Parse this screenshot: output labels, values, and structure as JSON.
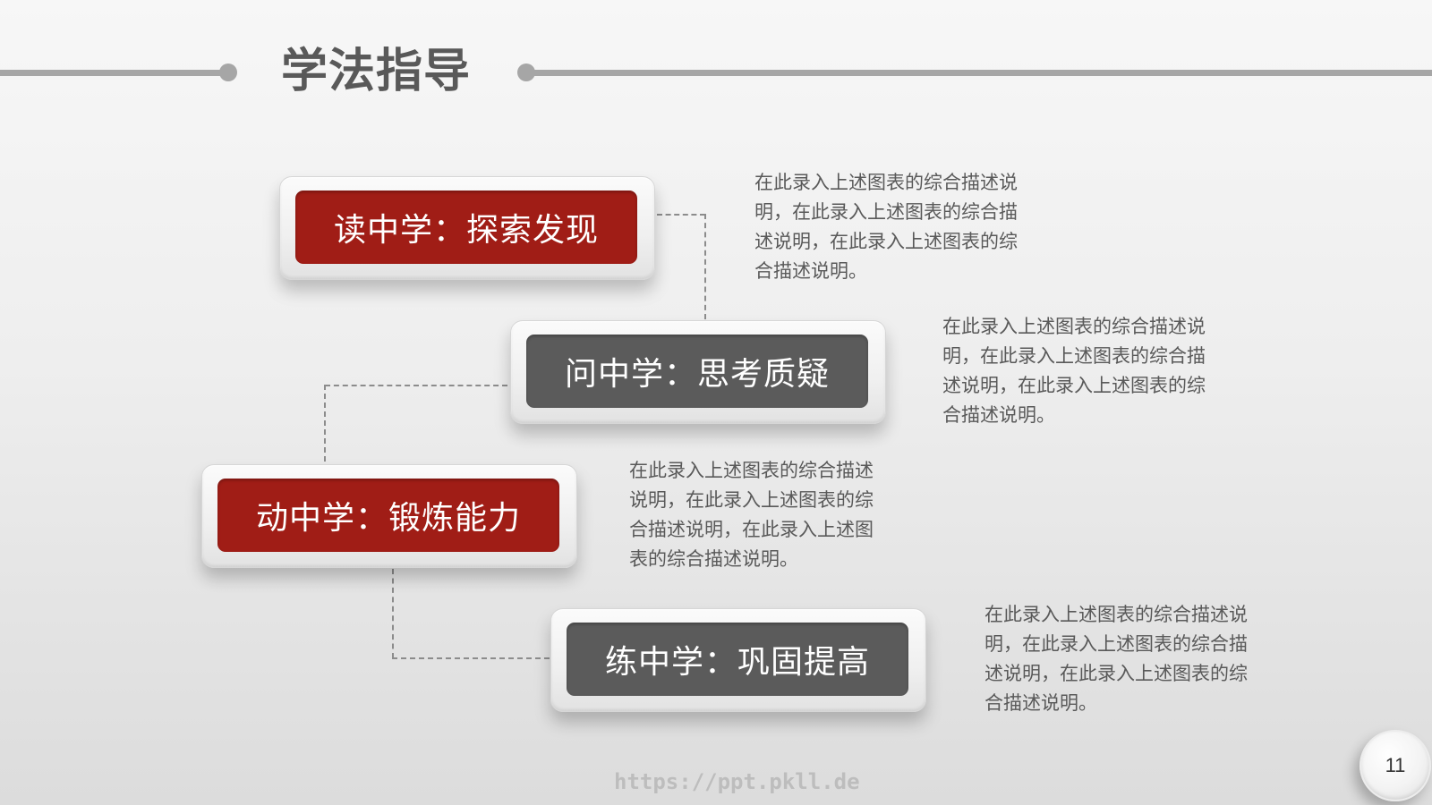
{
  "header": {
    "title": "学法指导"
  },
  "steps": [
    {
      "label": "读中学：探索发现",
      "color": "#a01d16",
      "description": [
        "在此录入上述图表的综合描述说",
        "明，在此录入上述图表的综合描",
        "述说明，在此录入上述图表的综",
        "合描述说明。"
      ]
    },
    {
      "label": "问中学：思考质疑",
      "color": "#5b5b5b",
      "description": [
        "在此录入上述图表的综合描述说",
        "明，在此录入上述图表的综合描",
        "述说明，在此录入上述图表的综",
        "合描述说明。"
      ]
    },
    {
      "label": "动中学：锻炼能力",
      "color": "#a01d16",
      "description": [
        "在此录入上述图表的综合描述",
        "说明，在此录入上述图表的综",
        "合描述说明，在此录入上述图",
        "表的综合描述说明。"
      ]
    },
    {
      "label": "练中学：巩固提高",
      "color": "#5b5b5b",
      "description": [
        "在此录入上述图表的综合描述说",
        "明，在此录入上述图表的综合描",
        "述说明，在此录入上述图表的综",
        "合描述说明。"
      ]
    }
  ],
  "footer": {
    "page_number": "11",
    "watermark": "https://ppt.pkll.de"
  },
  "colors": {
    "accent_red": "#a01d16",
    "accent_grey": "#5b5b5b",
    "line_grey": "#a6a6a6",
    "text_grey": "#595959"
  }
}
